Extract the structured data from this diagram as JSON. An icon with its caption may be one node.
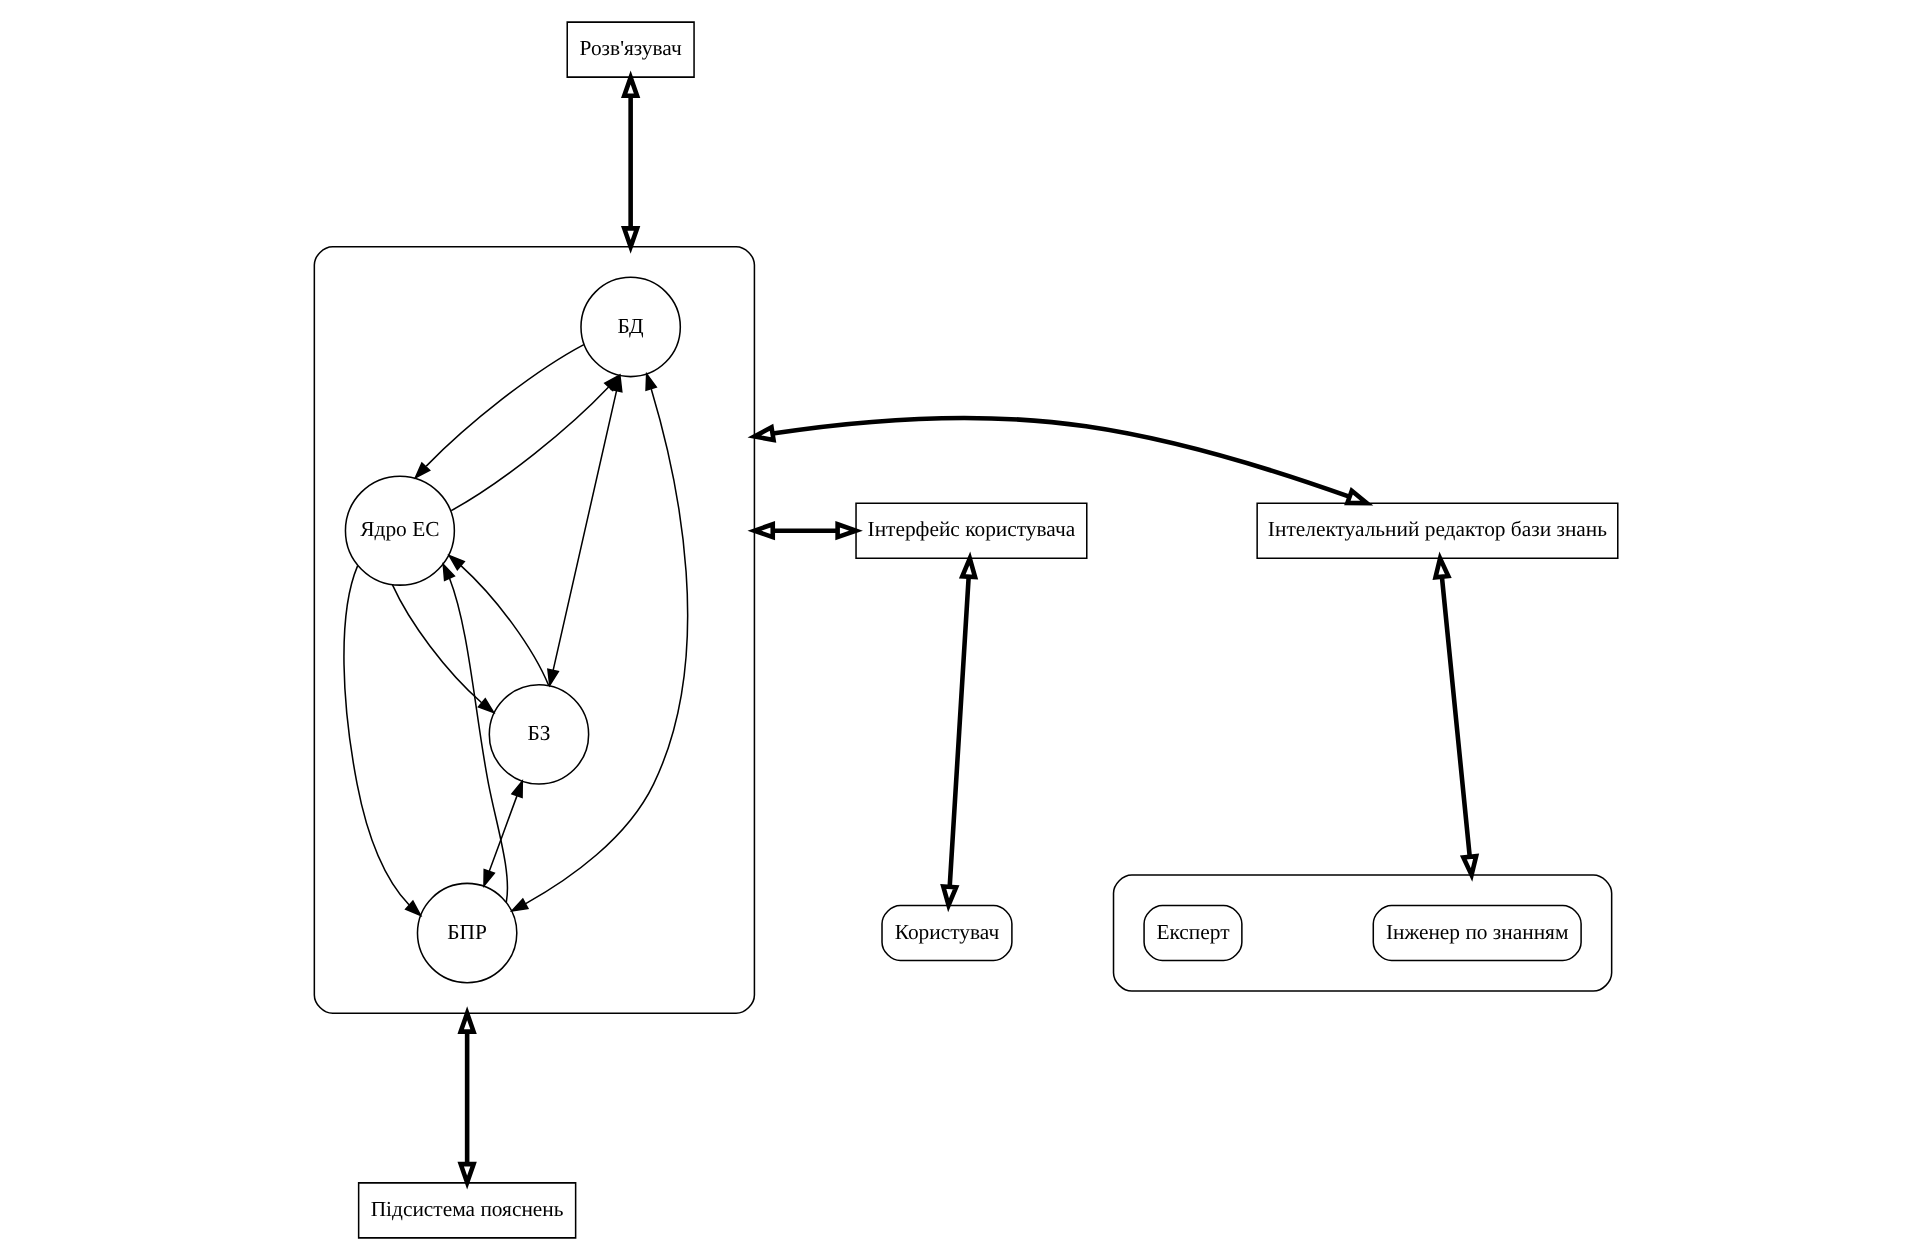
{
  "diagram": {
    "nodes": [
      {
        "text": [
          "Розв'язувач"
        ]
      },
      {
        "text": [],
        "shape": "box"
      },
      {
        "text": [
          "БД"
        ],
        "in": 1
      },
      {
        "text": [
          "Ядро ЕС"
        ],
        "in": 1
      },
      {
        "text": [
          "БЗ"
        ],
        "in": 1
      },
      {
        "text": [
          "БПР"
        ],
        "in": 1
      },
      {
        "text": [
          "Інтерфейс користувача"
        ]
      },
      {
        "text": [
          "Користувач"
        ]
      },
      {
        "text": [
          "Інтелектуальний редактор бази знань"
        ]
      },
      {
        "text": [],
        "shape": "box"
      },
      {
        "text": [
          "Інженер по знанням"
        ],
        "in": 9
      },
      {
        "text": [
          "Експерт"
        ],
        "in": 9
      },
      {
        "text": [
          "Підсистема пояснень"
        ]
      }
    ],
    "edges": [
      {
        "from": 0,
        "to": 1,
        "arrow": "both",
        "style": "thick"
      },
      {
        "from": 6,
        "to": 1,
        "arrow": "both",
        "style": "thick"
      },
      {
        "from": 1,
        "to": 8,
        "arrow": "both",
        "style": "thick"
      },
      {
        "from": 1,
        "to": 12,
        "arrow": "both",
        "style": "thick"
      },
      {
        "from": 6,
        "to": 7,
        "arrow": "both",
        "style": "thick"
      },
      {
        "from": 8,
        "to": 9,
        "arrow": "both",
        "style": "thick"
      },
      {
        "from": 2,
        "to": 3,
        "arrow": "to"
      },
      {
        "from": 3,
        "to": 2,
        "arrow": "to"
      },
      {
        "from": 2,
        "to": 4,
        "arrow": "both"
      },
      {
        "from": 2,
        "to": 5,
        "arrow": "both"
      },
      {
        "from": 3,
        "to": 4,
        "arrow": "to"
      },
      {
        "from": 4,
        "to": 3,
        "arrow": "to"
      },
      {
        "from": 3,
        "to": 5,
        "arrow": "to"
      },
      {
        "from": 5,
        "to": 3,
        "arrow": "to"
      },
      {
        "from": 4,
        "to": 5,
        "arrow": "both"
      }
    ]
  }
}
